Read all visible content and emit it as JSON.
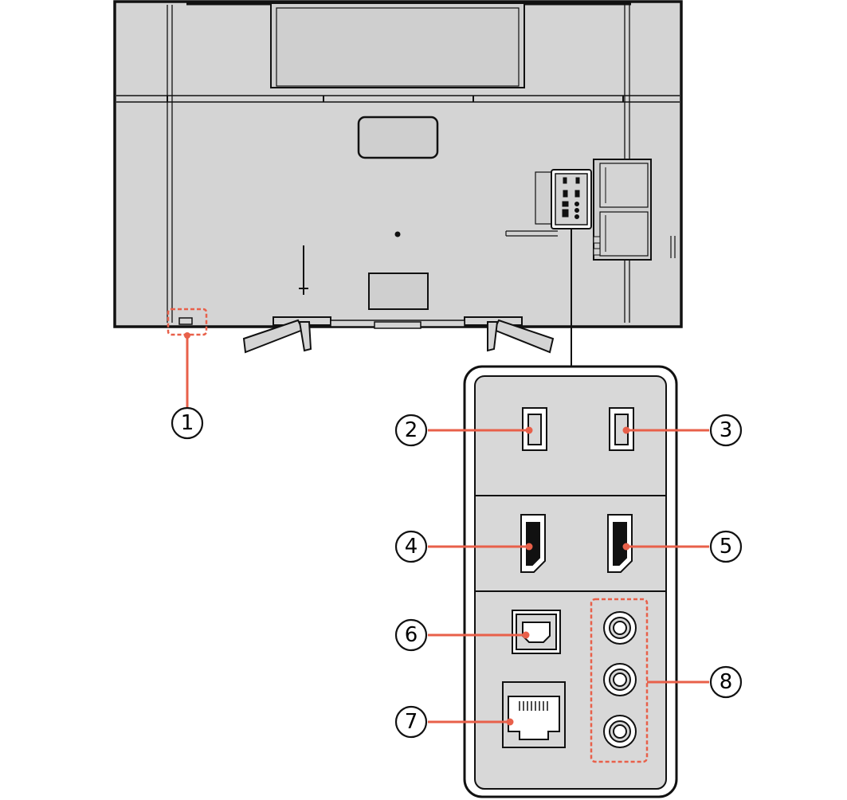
{
  "colors": {
    "body_fill": "#d4d4d4",
    "panel_fill": "#d8d8d8",
    "outline": "#111111",
    "accent": "#e8604a",
    "background": "#ffffff"
  },
  "callouts": [
    {
      "id": "1",
      "label": "1",
      "target": "remote-sensor"
    },
    {
      "id": "2",
      "label": "2",
      "target": "usb-port-left"
    },
    {
      "id": "3",
      "label": "3",
      "target": "usb-port-right"
    },
    {
      "id": "4",
      "label": "4",
      "target": "hdmi-port-left"
    },
    {
      "id": "5",
      "label": "5",
      "target": "hdmi-port-right"
    },
    {
      "id": "6",
      "label": "6",
      "target": "optical-audio-port"
    },
    {
      "id": "7",
      "label": "7",
      "target": "lan-port"
    },
    {
      "id": "8",
      "label": "8",
      "target": "composite-av-jacks"
    }
  ]
}
